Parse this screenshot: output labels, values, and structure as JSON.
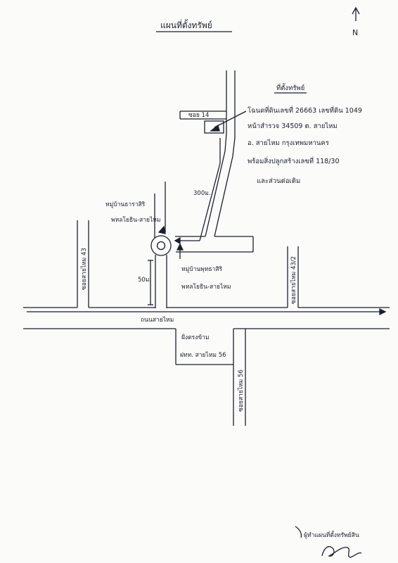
{
  "title": "แผนที่ตั้งทรัพย์",
  "north": "N",
  "property": {
    "heading": "ที่ตั้งทรัพย์",
    "lines": [
      "โฉนดที่ดินเลขที่ 26663 เลขที่ดิน 1049",
      "หน้าสำรวจ 34509 ต. สายไหม",
      "อ. สายไหม กรุงเทพมหานคร",
      "พร้อมสิ่งปลูกสร้างเลขที่ 118/30",
      "และส่วนต่อเติม"
    ]
  },
  "roads": {
    "soi14": "ซอย 14",
    "sai_mai_43": "ซอยสายไหม 43",
    "sai_mai_43_2": "ซอยสายไหม 43/2",
    "sai_mai_56": "ซอยสายไหม 56",
    "main_road": "ถนนสายไหม"
  },
  "distances": {
    "d300": "300ม.",
    "d50": "50ม."
  },
  "landmarks": {
    "village1_line1": "หมู่บ้านธาราสิริ",
    "village1_line2": "พหลโยธิน-สายไหม",
    "village2_line1": "หมู่บ้านพุทธาสิริ",
    "village2_line2": "พหลโยธิน-สายไหม",
    "school_line1": "ฝั่งตรงข้าม",
    "school_line2": "ฝทท. สายไหม 56"
  },
  "signature": {
    "caption": "ผู้ทำแผนที่ตั้งทรัพย์สิน"
  }
}
